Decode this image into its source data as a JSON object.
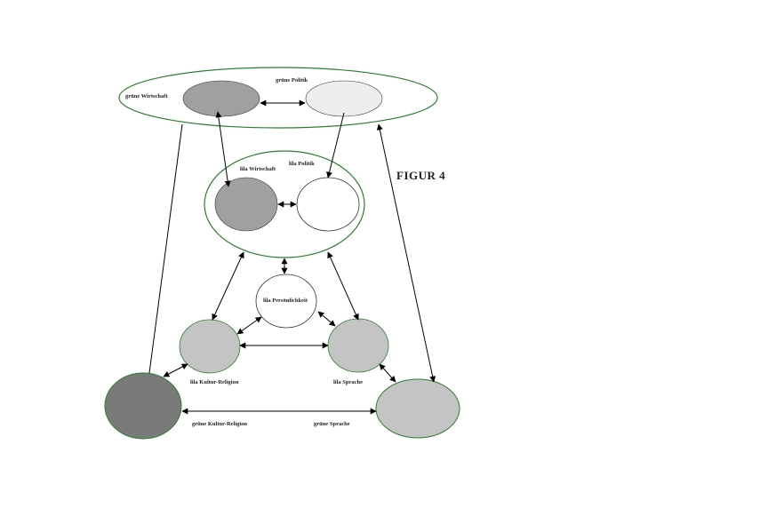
{
  "figure_label": "FIGUR 4",
  "nodes": {
    "gruene_wirtschaft": "grüne Wirtschaft",
    "gruene_politik": "grüne Politik",
    "lila_wirtschaft": "lila Wirtschaft",
    "lila_politik": "lila Politik",
    "lila_persoenlichkeit": "lila Persönlichkeit",
    "lila_kultur_religion": "lila Kultur-Religion",
    "lila_sprache": "lila Sprache",
    "gruene_kultur_religion": "grüne Kultur-Religion",
    "gruene_sprache": "grüne Sprache"
  },
  "colors": {
    "green_outline": "#2e7d2e",
    "dark_gray": "#7a7a7a",
    "mid_gray": "#a0a0a0",
    "light_gray": "#c4c4c4",
    "pale_gray": "#eeeeee",
    "white": "#ffffff"
  }
}
